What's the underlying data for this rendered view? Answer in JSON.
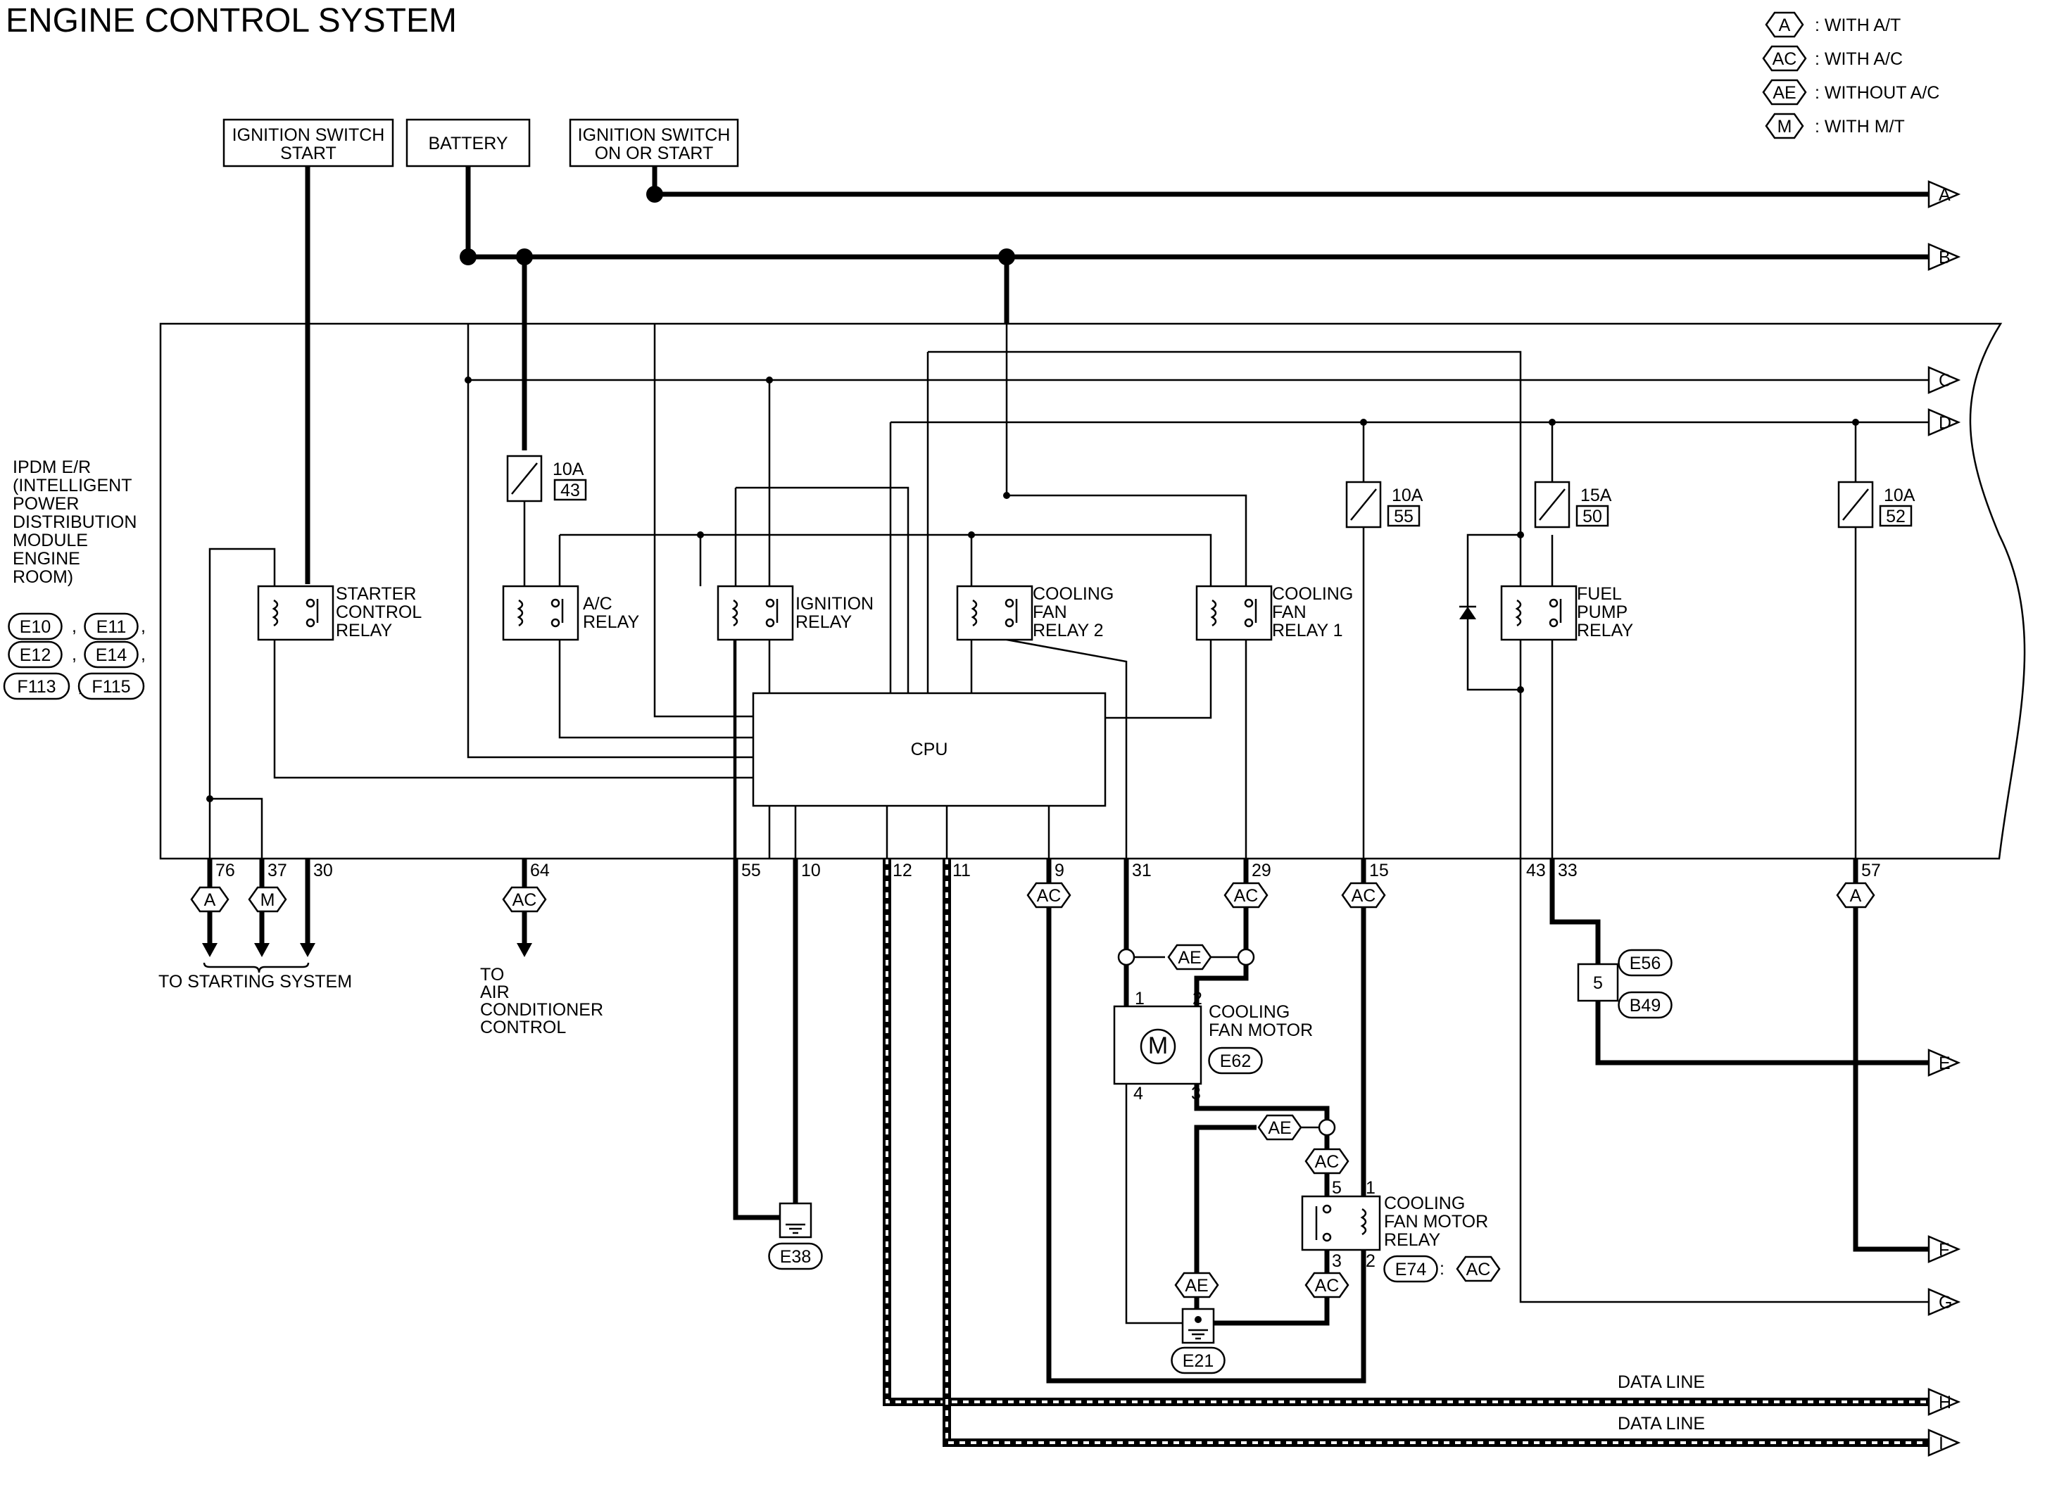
{
  "title": "ENGINE CONTROL SYSTEM",
  "legend": [
    {
      "code": "A",
      "text": ": WITH A/T"
    },
    {
      "code": "AC",
      "text": ": WITH A/C"
    },
    {
      "code": "AE",
      "text": ": WITHOUT A/C"
    },
    {
      "code": "M",
      "text": ": WITH M/T"
    }
  ],
  "sources": {
    "ign_start": [
      "IGNITION SWITCH",
      "START"
    ],
    "battery": [
      "BATTERY"
    ],
    "ign_on": [
      "IGNITION SWITCH",
      "ON OR START"
    ]
  },
  "ipdm": {
    "lines": [
      "IPDM E/R",
      "(INTELLIGENT",
      "POWER",
      "DISTRIBUTION",
      "MODULE",
      "ENGINE",
      "ROOM)"
    ],
    "connectors": [
      "E10",
      "E11",
      "E12",
      "E14",
      "F113",
      "F115"
    ],
    "separators": [
      ",",
      ","
    ]
  },
  "cpu": "CPU",
  "relays": {
    "starter": [
      "STARTER",
      "CONTROL",
      "RELAY"
    ],
    "ac": [
      "A/C",
      "RELAY"
    ],
    "ignition": [
      "IGNITION",
      "RELAY"
    ],
    "fan2": [
      "COOLING",
      "FAN",
      "RELAY 2"
    ],
    "fan1": [
      "COOLING",
      "FAN",
      "RELAY 1"
    ],
    "fuel": [
      "FUEL",
      "PUMP",
      "RELAY"
    ]
  },
  "fuses": [
    {
      "id": "f43",
      "amp": "10A",
      "num": "43"
    },
    {
      "id": "f55",
      "amp": "10A",
      "num": "55"
    },
    {
      "id": "f50",
      "amp": "15A",
      "num": "50"
    },
    {
      "id": "f52",
      "amp": "10A",
      "num": "52"
    }
  ],
  "pins": [
    "76",
    "37",
    "30",
    "64",
    "55",
    "10",
    "12",
    "11",
    "9",
    "31",
    "29",
    "15",
    "43",
    "33",
    "57"
  ],
  "connector_tags": {
    "A": "A",
    "M": "M",
    "AC": "AC",
    "AE": "AE"
  },
  "outputs": [
    "A",
    "B",
    "C",
    "D",
    "E",
    "F",
    "G",
    "H",
    "I"
  ],
  "destinations": {
    "starting": "TO STARTING SYSTEM",
    "ac_control": [
      "TO",
      "AIR",
      "CONDITIONER",
      "CONTROL"
    ]
  },
  "fan_motor": {
    "label": [
      "COOLING",
      "FAN MOTOR"
    ],
    "connector": "E62",
    "symbol": "M",
    "pins": [
      "1",
      "2",
      "4",
      "3"
    ]
  },
  "fan_motor_relay": {
    "label": [
      "COOLING",
      "FAN MOTOR",
      "RELAY"
    ],
    "connector": "E74",
    "variant": "AC",
    "sep": ":",
    "pins": [
      "5",
      "1",
      "3",
      "2"
    ]
  },
  "joint": {
    "num": "5",
    "connectors": [
      "E56",
      "B49"
    ]
  },
  "grounds": [
    "E38",
    "E21"
  ],
  "data_line": "DATA LINE"
}
